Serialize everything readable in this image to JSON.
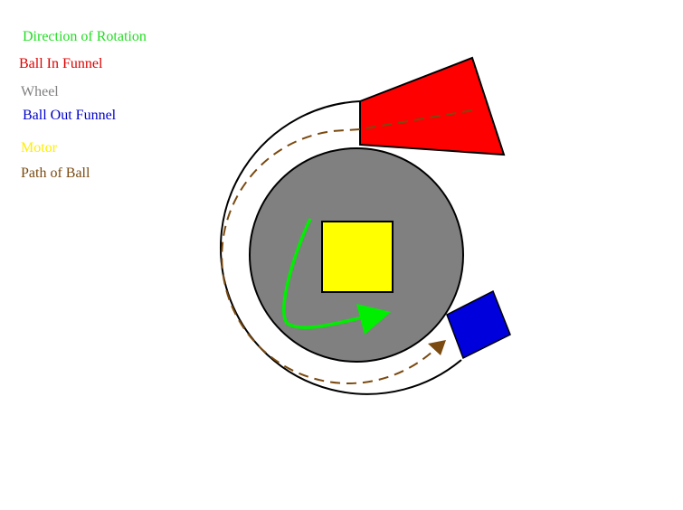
{
  "legend": {
    "rotation": {
      "label": "Direction of Rotation",
      "color": "#22dd22"
    },
    "ball_in": {
      "label": "Ball In Funnel",
      "color": "#dd0000"
    },
    "wheel": {
      "label": "Wheel",
      "color": "#808080"
    },
    "ball_out": {
      "label": "Ball Out Funnel",
      "color": "#0000cc"
    },
    "motor": {
      "label": "Motor",
      "color": "#ffee00"
    },
    "path": {
      "label": "Path of Ball",
      "color": "#7a4a10"
    }
  },
  "colors": {
    "wheel_fill": "#808080",
    "motor_fill": "#ffff00",
    "in_funnel_fill": "#ff0000",
    "out_funnel_fill": "#0000dd",
    "rotation_arrow": "#00ee00",
    "ball_path": "#7a4a10",
    "track_fill": "#ffffff",
    "outline": "#000000"
  }
}
